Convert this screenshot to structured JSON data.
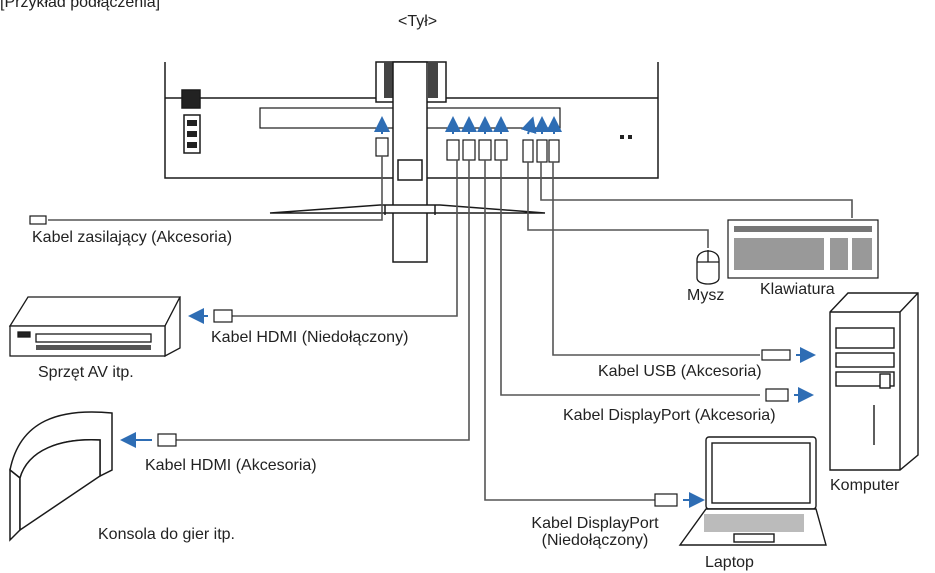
{
  "header": {
    "section_title": "[Przykład podłączenia]",
    "view_label": "<Tył>"
  },
  "labels": {
    "power_cable": "Kabel zasilający (Akcesoria)",
    "hdmi_not_included": "Kabel HDMI (Niedołączony)",
    "av_equipment": "Sprzęt AV itp.",
    "hdmi_accessory": "Kabel HDMI (Akcesoria)",
    "game_console": "Konsola do gier itp.",
    "mouse": "Mysz",
    "keyboard": "Klawiatura",
    "usb_cable": "Kabel USB (Akcesoria)",
    "displayport_accessory": "Kabel DisplayPort (Akcesoria)",
    "computer": "Komputer",
    "displayport_not_included_line1": "Kabel DisplayPort",
    "displayport_not_included_line2": "(Niedołączony)",
    "laptop": "Laptop"
  },
  "colors": {
    "arrow": "#2e6db4",
    "line": "#1a1a1a",
    "cable": "#555555"
  }
}
